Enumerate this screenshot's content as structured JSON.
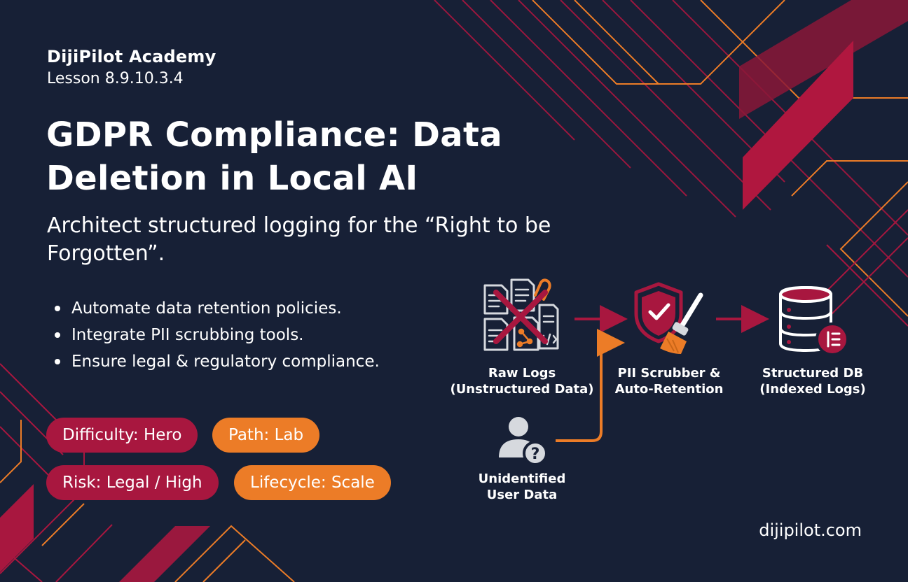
{
  "brand": "DijiPilot Academy",
  "lesson": "Lesson 8.9.10.3.4",
  "title": "GDPR Compliance: Data Deletion in Local AI",
  "subtitle": "Architect structured logging for the “Right to be Forgotten”.",
  "bullets": [
    "Automate data retention policies.",
    "Integrate PII scrubbing tools.",
    "Ensure legal & regulatory compliance."
  ],
  "tags": {
    "difficulty": "Difficulty: Hero",
    "path": "Path: Lab",
    "risk": "Risk: Legal / High",
    "lifecycle": "Lifecycle: Scale"
  },
  "flow": {
    "raw_logs": {
      "line1": "Raw Logs",
      "line2": "(Unstructured Data)",
      "icon": "crossed-out-documents-icon"
    },
    "scrubber": {
      "line1": "PII Scrubber &",
      "line2": "Auto-Retention",
      "icon": "shield-brush-icon"
    },
    "db": {
      "line1": "Structured DB",
      "line2": "(Indexed Logs)",
      "icon": "database-icon"
    },
    "user_data": {
      "line1": "Unidentified",
      "line2": "User Data",
      "icon": "unknown-user-icon"
    }
  },
  "website": "dijipilot.com",
  "colors": {
    "background": "#172036",
    "crimson": "#a8173f",
    "orange": "#ec7c27",
    "white": "#ffffff",
    "icon_grey": "#d6d9de"
  }
}
